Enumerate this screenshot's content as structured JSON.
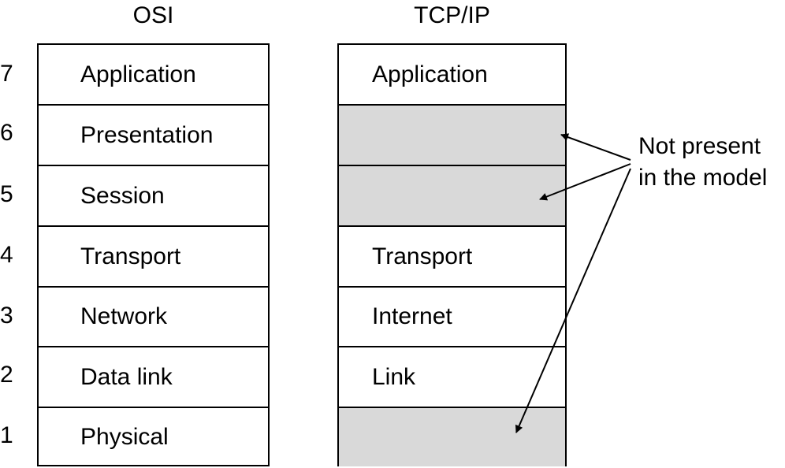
{
  "headings": {
    "osi": "OSI",
    "tcp_ip": "TCP/IP"
  },
  "layer_numbers": [
    "7",
    "6",
    "5",
    "4",
    "3",
    "2",
    "1"
  ],
  "osi_layers": [
    "Application",
    "Presentation",
    "Session",
    "Transport",
    "Network",
    "Data link",
    "Physical"
  ],
  "tcp_ip_layers": [
    "Application",
    "",
    "",
    "Transport",
    "Internet",
    "Link",
    ""
  ],
  "note": {
    "line1": "Not present",
    "line2": "in the model"
  },
  "colors": {
    "absent_layer_fill": "#d9d9d9",
    "line": "#000000"
  }
}
